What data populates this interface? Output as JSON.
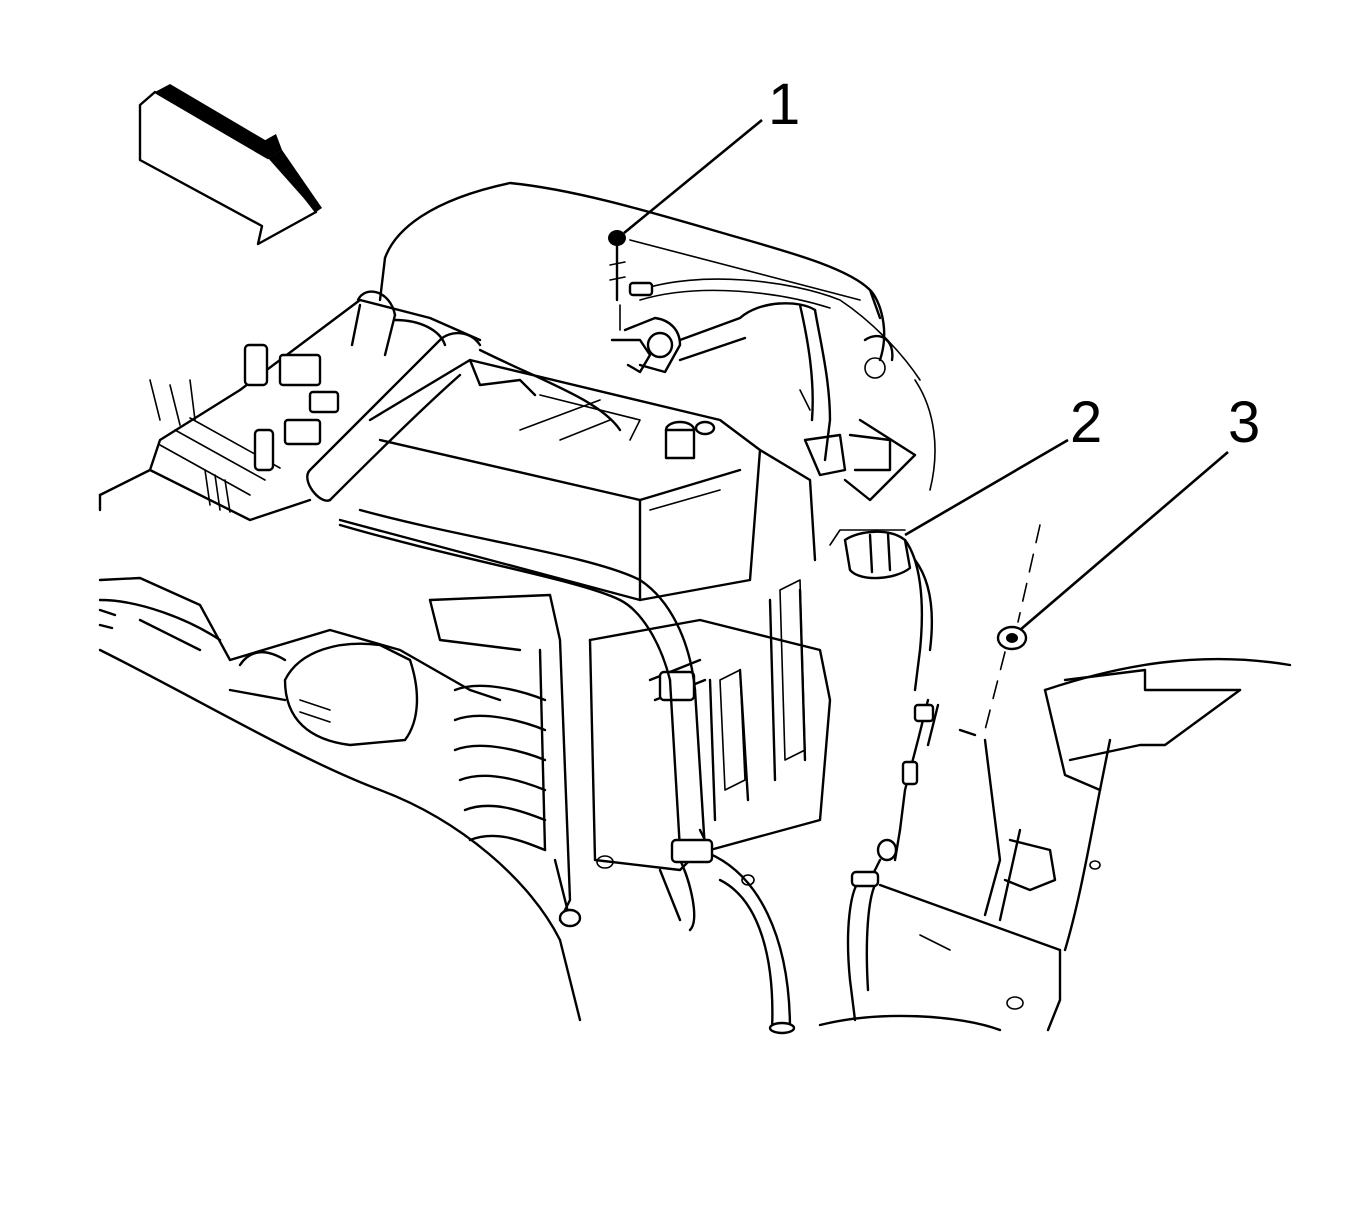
{
  "callouts": [
    {
      "id": "1",
      "label": "1"
    },
    {
      "id": "2",
      "label": "2"
    },
    {
      "id": "3",
      "label": "3"
    }
  ],
  "view_arrow": {
    "icon": "view-direction-arrow-icon"
  },
  "colors": {
    "line": "#000000",
    "background": "#ffffff"
  }
}
